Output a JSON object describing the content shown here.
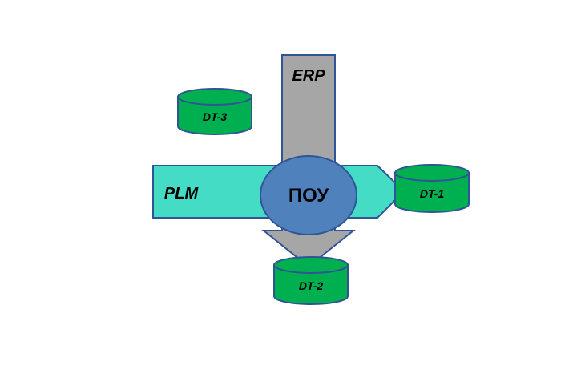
{
  "labels": {
    "erp": "ERP",
    "plm": "PLM",
    "center": "ПОУ",
    "dt1": "DT-1",
    "dt2": "DT-2",
    "dt3": "DT-3"
  },
  "colors": {
    "erp_arrow_fill": "#A6A6A6",
    "plm_arrow_fill": "#44DCC4",
    "center_fill": "#4F81BD",
    "cylinder_fill": "#00B050",
    "outline": "#2F5597"
  }
}
